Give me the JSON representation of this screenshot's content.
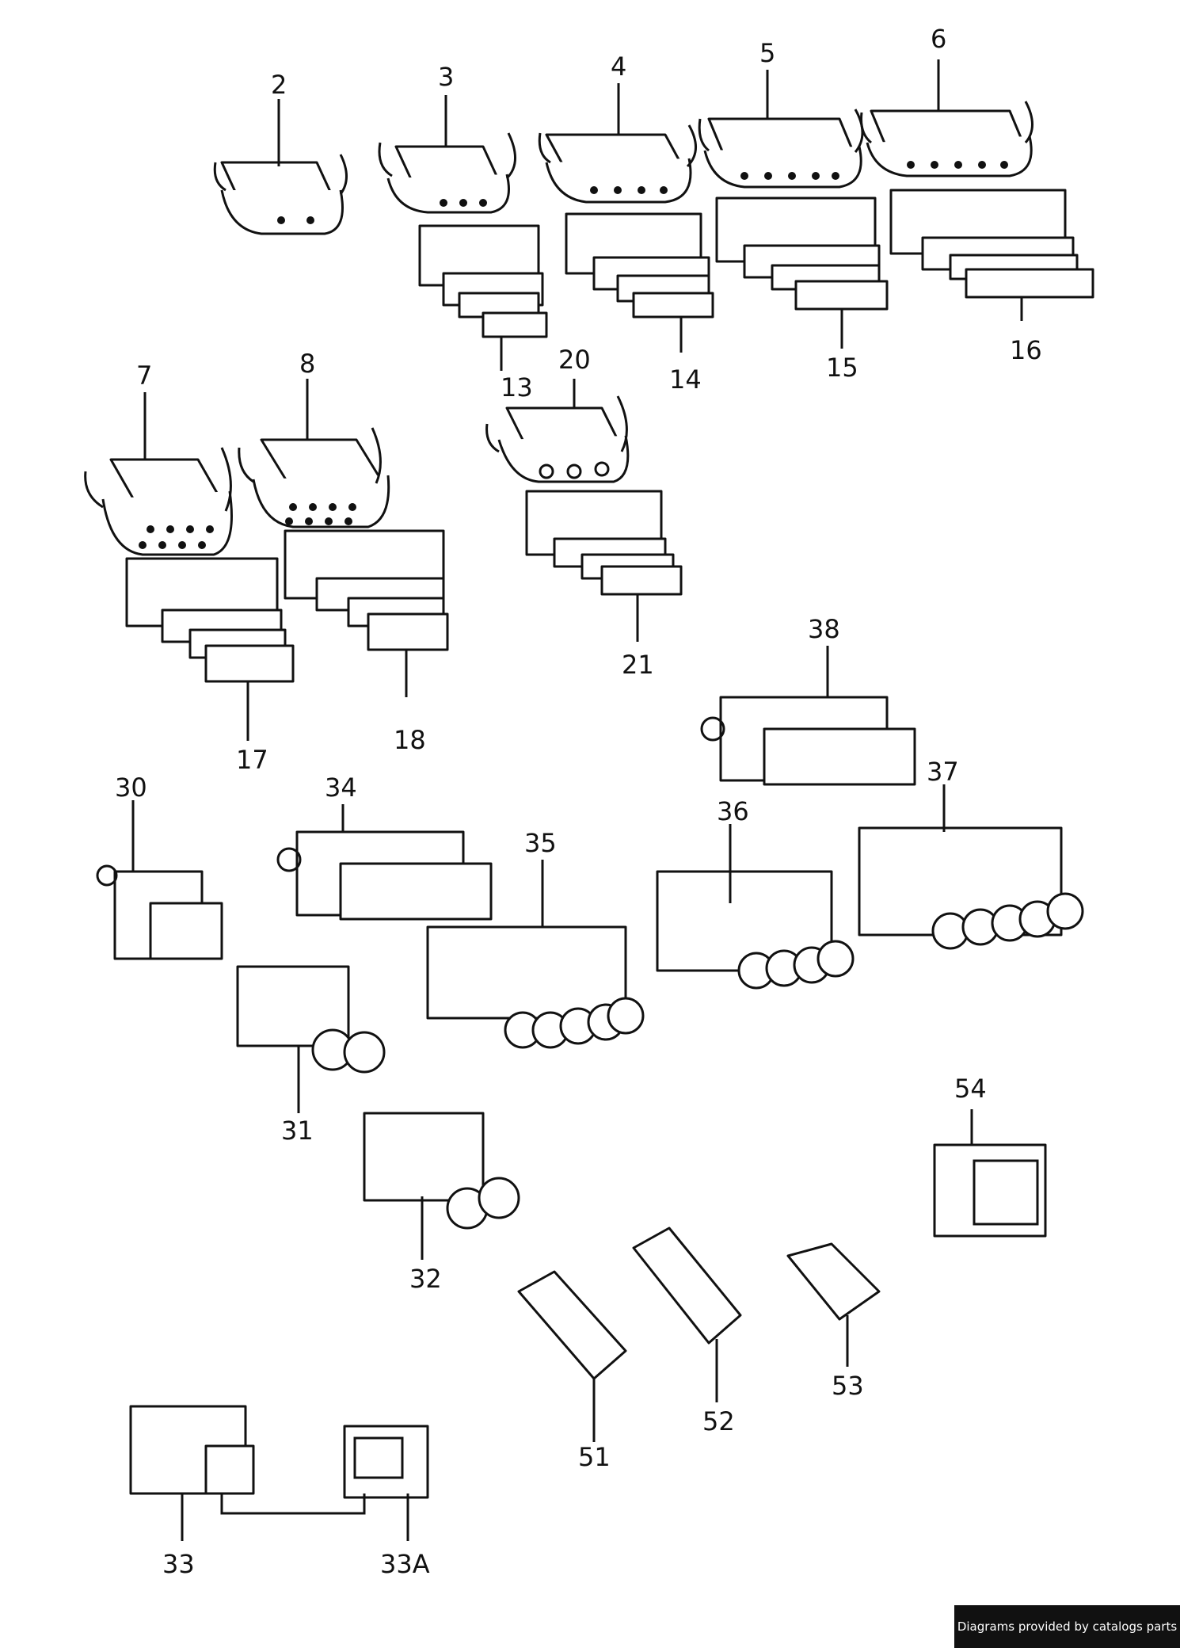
{
  "labels": {
    "p2": "2",
    "p3": "3",
    "p4": "4",
    "p5": "5",
    "p6": "6",
    "p7": "7",
    "p8": "8",
    "p13": "13",
    "p14": "14",
    "p15": "15",
    "p16": "16",
    "p17": "17",
    "p18": "18",
    "p20": "20",
    "p21": "21",
    "p30": "30",
    "p31": "31",
    "p32": "32",
    "p33": "33",
    "p33a": "33A",
    "p34": "34",
    "p35": "35",
    "p36": "36",
    "p37": "37",
    "p38": "38",
    "p51": "51",
    "p52": "52",
    "p53": "53",
    "p54": "54"
  },
  "credit": "Diagrams provided by catalogs parts"
}
